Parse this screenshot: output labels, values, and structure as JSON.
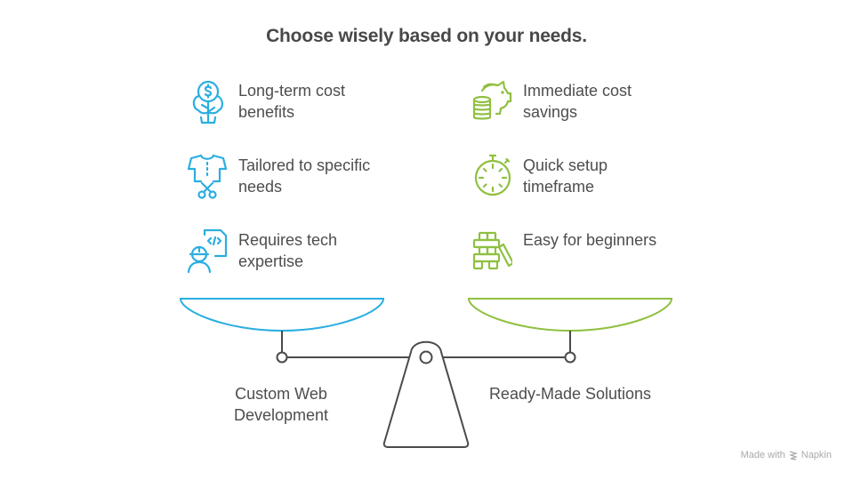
{
  "title": "Choose wisely based on your needs.",
  "colors": {
    "left_accent": "#2aaee0",
    "right_accent": "#8fc041",
    "structure": "#4a4a4a",
    "text": "#4d4d4d"
  },
  "left": {
    "label": "Custom Web Development",
    "items": [
      {
        "icon": "money-tree-icon",
        "text": "Long-term cost benefits"
      },
      {
        "icon": "shirt-scissors-icon",
        "text": "Tailored to specific needs"
      },
      {
        "icon": "developer-code-icon",
        "text": "Requires tech expertise"
      }
    ]
  },
  "right": {
    "label": "Ready-Made Solutions",
    "items": [
      {
        "icon": "piggy-bank-coins-icon",
        "text": "Immediate cost savings"
      },
      {
        "icon": "stopwatch-icon",
        "text": "Quick setup timeframe"
      },
      {
        "icon": "building-blocks-icon",
        "text": "Easy for beginners"
      }
    ]
  },
  "footer": {
    "made_with": "Made with",
    "brand": "Napkin"
  }
}
